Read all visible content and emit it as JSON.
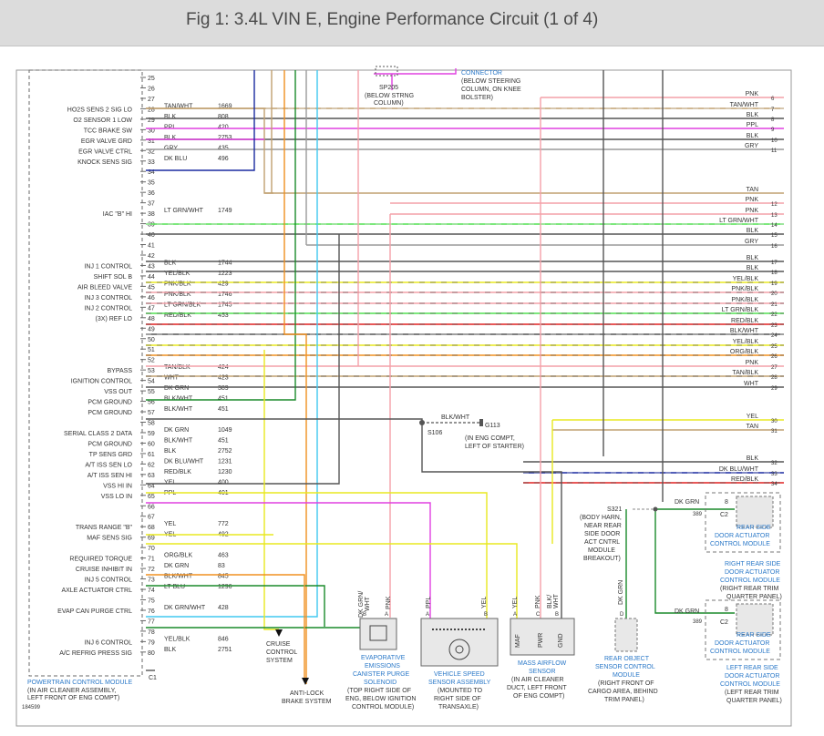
{
  "header": {
    "title": "Fig 1: 3.4L VIN E, Engine Performance Circuit (1 of 4)"
  },
  "colors": {
    "TAN": "#c0a070",
    "PNK": "#f4a0a8",
    "BLK": "#555555",
    "GRY": "#9a9a9a",
    "PPL": "#e040e0",
    "LTGRN": "#50e050",
    "DKGRN": "#1a8a2a",
    "DKBLU": "#1a2aa0",
    "YEL": "#e8e820",
    "RED": "#e02020",
    "ORG": "#f09020",
    "LTBLU": "#40c8f0",
    "WHITE": "#d8d8d8",
    "blue_text": "#2a78c8"
  },
  "pcm": {
    "pins": [
      {
        "pin": "25",
        "wire": "",
        "circuit": "",
        "label": ""
      },
      {
        "pin": "26",
        "wire": "",
        "circuit": "",
        "label": ""
      },
      {
        "pin": "27",
        "wire": "",
        "circuit": "",
        "label": ""
      },
      {
        "pin": "28",
        "wire": "TAN/WHT",
        "circuit": "1669",
        "label": "HO2S SENS 2 SIG LO"
      },
      {
        "pin": "29",
        "wire": "BLK",
        "circuit": "808",
        "label": "O2 SENSOR 1 LOW"
      },
      {
        "pin": "30",
        "wire": "PPL",
        "circuit": "420",
        "label": "TCC BRAKE SW"
      },
      {
        "pin": "31",
        "wire": "BLK",
        "circuit": "2753",
        "label": "EGR VALVE GRD"
      },
      {
        "pin": "32",
        "wire": "GRY",
        "circuit": "435",
        "label": "EGR VALVE CTRL"
      },
      {
        "pin": "33",
        "wire": "DK BLU",
        "circuit": "496",
        "label": "KNOCK SENS SIG"
      },
      {
        "pin": "34",
        "wire": "",
        "circuit": "",
        "label": ""
      },
      {
        "pin": "35",
        "wire": "",
        "circuit": "",
        "label": ""
      },
      {
        "pin": "36",
        "wire": "",
        "circuit": "",
        "label": ""
      },
      {
        "pin": "37",
        "wire": "",
        "circuit": "",
        "label": ""
      },
      {
        "pin": "38",
        "wire": "LT GRN/WHT",
        "circuit": "1749",
        "label": "IAC \"B\" HI"
      },
      {
        "pin": "39",
        "wire": "",
        "circuit": "",
        "label": ""
      },
      {
        "pin": "40",
        "wire": "",
        "circuit": "",
        "label": ""
      },
      {
        "pin": "41",
        "wire": "",
        "circuit": "",
        "label": ""
      },
      {
        "pin": "42",
        "wire": "",
        "circuit": "",
        "label": ""
      },
      {
        "pin": "43",
        "wire": "BLK",
        "circuit": "1744",
        "label": "INJ 1 CONTROL"
      },
      {
        "pin": "44",
        "wire": "YEL/BLK",
        "circuit": "1223",
        "label": "SHIFT SOL B"
      },
      {
        "pin": "45",
        "wire": "PNK/BLK",
        "circuit": "429",
        "label": "AIR BLEED VALVE"
      },
      {
        "pin": "46",
        "wire": "PNK/BLK",
        "circuit": "1746",
        "label": "INJ 3 CONTROL"
      },
      {
        "pin": "47",
        "wire": "LT GRN/BLK",
        "circuit": "1745",
        "label": "INJ 2 CONTROL"
      },
      {
        "pin": "48",
        "wire": "RED/BLK",
        "circuit": "453",
        "label": "(3X) REF LO"
      },
      {
        "pin": "49",
        "wire": "",
        "circuit": "",
        "label": ""
      },
      {
        "pin": "50",
        "wire": "",
        "circuit": "",
        "label": ""
      },
      {
        "pin": "51",
        "wire": "",
        "circuit": "",
        "label": ""
      },
      {
        "pin": "52",
        "wire": "",
        "circuit": "",
        "label": ""
      },
      {
        "pin": "53",
        "wire": "TAN/BLK",
        "circuit": "424",
        "label": "BYPASS"
      },
      {
        "pin": "54",
        "wire": "WHT",
        "circuit": "423",
        "label": "IGNITION CONTROL"
      },
      {
        "pin": "55",
        "wire": "DK GRN",
        "circuit": "389",
        "label": "VSS OUT"
      },
      {
        "pin": "56",
        "wire": "BLK/WHT",
        "circuit": "451",
        "label": "PCM GROUND"
      },
      {
        "pin": "57",
        "wire": "BLK/WHT",
        "circuit": "451",
        "label": "PCM GROUND"
      },
      {
        "pin": "58",
        "wire": "",
        "circuit": "",
        "label": ""
      },
      {
        "pin": "59",
        "wire": "DK GRN",
        "circuit": "1049",
        "label": "SERIAL CLASS 2 DATA"
      },
      {
        "pin": "60",
        "wire": "BLK/WHT",
        "circuit": "451",
        "label": "PCM GROUND"
      },
      {
        "pin": "61",
        "wire": "BLK",
        "circuit": "2752",
        "label": "TP SENS GRD"
      },
      {
        "pin": "62",
        "wire": "DK BLU/WHT",
        "circuit": "1231",
        "label": "A/T ISS SEN LO"
      },
      {
        "pin": "63",
        "wire": "RED/BLK",
        "circuit": "1230",
        "label": "A/T ISS SEN HI"
      },
      {
        "pin": "64",
        "wire": "YEL",
        "circuit": "400",
        "label": "VSS HI IN"
      },
      {
        "pin": "65",
        "wire": "PPL",
        "circuit": "401",
        "label": "VSS LO IN"
      },
      {
        "pin": "66",
        "wire": "",
        "circuit": "",
        "label": ""
      },
      {
        "pin": "67",
        "wire": "",
        "circuit": "",
        "label": ""
      },
      {
        "pin": "68",
        "wire": "YEL",
        "circuit": "772",
        "label": "TRANS RANGE \"B\""
      },
      {
        "pin": "69",
        "wire": "YEL",
        "circuit": "492",
        "label": "MAF SENS SIG"
      },
      {
        "pin": "70",
        "wire": "",
        "circuit": "",
        "label": ""
      },
      {
        "pin": "71",
        "wire": "ORG/BLK",
        "circuit": "463",
        "label": "REQUIRED TORQUE"
      },
      {
        "pin": "72",
        "wire": "DK GRN",
        "circuit": "83",
        "label": "CRUISE INHIBIT IN"
      },
      {
        "pin": "73",
        "wire": "BLK/WHT",
        "circuit": "845",
        "label": "INJ 5 CONTROL"
      },
      {
        "pin": "74",
        "wire": "LT BLU",
        "circuit": "1296",
        "label": "AXLE ACTUATOR CTRL"
      },
      {
        "pin": "75",
        "wire": "",
        "circuit": "",
        "label": ""
      },
      {
        "pin": "76",
        "wire": "DK GRN/WHT",
        "circuit": "428",
        "label": "EVAP CAN PURGE CTRL"
      },
      {
        "pin": "77",
        "wire": "",
        "circuit": "",
        "label": ""
      },
      {
        "pin": "78",
        "wire": "",
        "circuit": "",
        "label": ""
      },
      {
        "pin": "79",
        "wire": "YEL/BLK",
        "circuit": "846",
        "label": "INJ 6 CONTROL"
      },
      {
        "pin": "80",
        "wire": "BLK",
        "circuit": "2751",
        "label": "A/C REFRIG PRESS SIG"
      }
    ],
    "connector": "C1",
    "name": "POWERTRAIN CONTROL MODULE",
    "location_1": "(IN AIR CLEANER ASSEMBLY,",
    "location_2": "LEFT FRONT OF ENG COMPT)",
    "figure_id": "184599"
  },
  "right_wires": [
    {
      "num": "6",
      "wire": "PNK"
    },
    {
      "num": "7",
      "wire": "TAN/WHT"
    },
    {
      "num": "8",
      "wire": "BLK"
    },
    {
      "num": "9",
      "wire": "PPL"
    },
    {
      "num": "10",
      "wire": "BLK"
    },
    {
      "num": "11",
      "wire": "GRY"
    },
    {
      "num": "",
      "wire": "TAN"
    },
    {
      "num": "12",
      "wire": "PNK"
    },
    {
      "num": "13",
      "wire": "PNK"
    },
    {
      "num": "14",
      "wire": "LT GRN/WHT"
    },
    {
      "num": "15",
      "wire": "BLK"
    },
    {
      "num": "16",
      "wire": "GRY"
    },
    {
      "num": "17",
      "wire": "BLK"
    },
    {
      "num": "18",
      "wire": "BLK"
    },
    {
      "num": "19",
      "wire": "YEL/BLK"
    },
    {
      "num": "20",
      "wire": "PNK/BLK"
    },
    {
      "num": "21",
      "wire": "PNK/BLK"
    },
    {
      "num": "22",
      "wire": "LT GRN/BLK"
    },
    {
      "num": "23",
      "wire": "RED/BLK"
    },
    {
      "num": "24",
      "wire": "BLK/WHT"
    },
    {
      "num": "25",
      "wire": "YEL/BLK"
    },
    {
      "num": "26",
      "wire": "ORG/BLK"
    },
    {
      "num": "27",
      "wire": "PNK"
    },
    {
      "num": "28",
      "wire": "TAN/BLK"
    },
    {
      "num": "29",
      "wire": "WHT"
    },
    {
      "num": "30",
      "wire": "YEL"
    },
    {
      "num": "31",
      "wire": "TAN"
    },
    {
      "num": "32",
      "wire": "BLK"
    },
    {
      "num": "33",
      "wire": "DK BLU/WHT"
    },
    {
      "num": "34",
      "wire": "RED/BLK"
    }
  ],
  "labels": {
    "sp205": "SP205",
    "sp205_loc_1": "(BELOW STRNG",
    "sp205_loc_2": "COLUMN)",
    "connector_1": "CONNECTOR",
    "connector_2": "(BELOW STEERING",
    "connector_3": "COLUMN, ON KNEE",
    "connector_4": "BOLSTER)",
    "s106": "S106",
    "s106_wire": "BLK/WHT",
    "g113": "G113",
    "g113_loc_1": "(IN ENG COMPT,",
    "g113_loc_2": "LEFT OF STARTER)",
    "s321": "S321",
    "s321_loc_1": "(BODY HARN,",
    "s321_loc_2": "NEAR REAR",
    "s321_loc_3": "SIDE DOOR",
    "s321_loc_4": "ACT CNTRL",
    "s321_loc_5": "MODULE",
    "s321_loc_6": "BREAKOUT)",
    "dk_grn": "DK GRN",
    "c389": "389",
    "pin_8": "8",
    "c2": "C2",
    "rr_actuator_1": "REAR SIDE",
    "rr_actuator_2": "DOOR ACTUATOR",
    "rr_actuator_3": "CONTROL MODULE",
    "right_rear_1": "RIGHT REAR SIDE",
    "right_rear_2": "DOOR ACTUATOR",
    "right_rear_3": "CONTROL MODULE",
    "right_rear_4": "(RIGHT REAR TRIM",
    "right_rear_5": "QUARTER PANEL)",
    "left_rear_1": "LEFT REAR SIDE",
    "left_rear_2": "DOOR ACTUATOR",
    "left_rear_3": "CONTROL MODULE",
    "left_rear_4": "(LEFT REAR TRIM",
    "left_rear_5": "QUARTER PANEL)",
    "cruise_1": "CRUISE",
    "cruise_2": "CONTROL",
    "cruise_3": "SYSTEM",
    "abs_1": "ANTI-LOCK",
    "abs_2": "BRAKE SYSTEM",
    "evap_1": "EVAPORATIVE",
    "evap_2": "EMISSIONS",
    "evap_3": "CANISTER PURGE",
    "evap_4": "SOLENOID",
    "evap_5": "(TOP RIGHT SIDE OF",
    "evap_6": "ENG, BELOW IGNITION",
    "evap_7": "CONTROL MODULE)",
    "vss_1": "VEHICLE SPEED",
    "vss_2": "SENSOR ASSEMBLY",
    "vss_3": "(MOUNTED TO",
    "vss_4": "RIGHT SIDE OF",
    "vss_5": "TRANSAXLE)",
    "maf_1": "MASS AIRFLOW",
    "maf_2": "SENSOR",
    "maf_3": "(IN AIR CLEANER",
    "maf_4": "DUCT, LEFT FRONT",
    "maf_5": "OF ENG COMPT)",
    "maf_pin_maf": "MAF",
    "maf_pin_pwr": "PWR",
    "maf_pin_gnd": "GND",
    "ros_1": "REAR OBJECT",
    "ros_2": "SENSOR CONTROL",
    "ros_3": "MODULE",
    "ros_4": "(RIGHT FRONT OF",
    "ros_5": "CARGO AREA, BEHIND",
    "ros_6": "TRIM PANEL)",
    "w_dkgrnwht": "DK GRN/",
    "w_wht": "WHT",
    "w_pnk": "PNK",
    "w_ppl": "PPL",
    "w_yel": "YEL",
    "w_blk": "BLK/",
    "w_dkgrn": "DK GRN",
    "pin_a": "A",
    "pin_b": "B",
    "pin_c": "C",
    "pin_d": "D"
  }
}
